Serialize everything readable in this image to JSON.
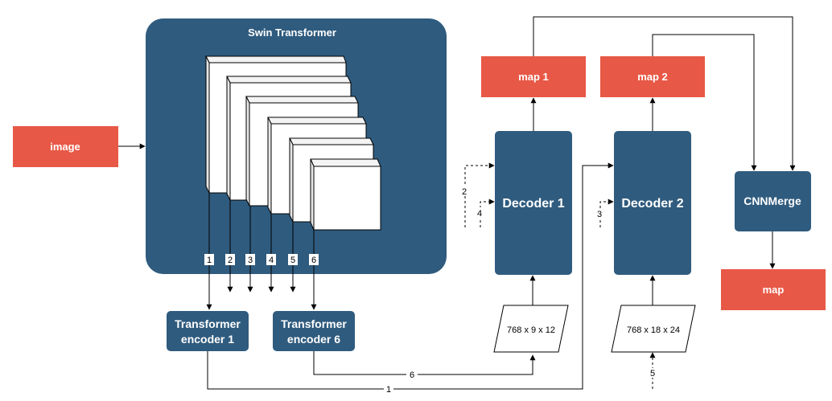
{
  "colors": {
    "navy": "#2f5b7e",
    "red": "#e85846",
    "white": "#ffffff",
    "line": "#000000"
  },
  "nodes": {
    "image": "image",
    "swin_title": "Swin Transformer",
    "map1": "map 1",
    "map2": "map 2",
    "map": "map",
    "decoder1": "Decoder 1",
    "decoder2": "Decoder 2",
    "cnnmerge": "CNNMerge",
    "enc1_line1": "Transformer",
    "enc1_line2": "encoder 1",
    "enc6_line1": "Transformer",
    "enc6_line2": "encoder 6",
    "shape1": "768 x 9 x 12",
    "shape2": "768 x 18 x 24"
  },
  "stage_labels": [
    "1",
    "2",
    "3",
    "4",
    "5",
    "6"
  ],
  "edge_labels": {
    "e6": "6",
    "e1": "1",
    "e2": "2",
    "e4": "4",
    "e3": "3",
    "e5": "5"
  }
}
